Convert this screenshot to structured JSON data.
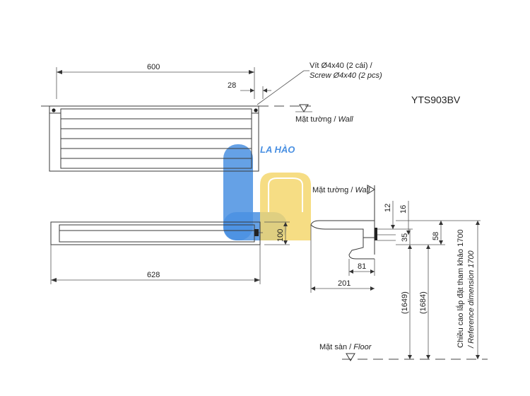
{
  "model": "YTS903BV",
  "watermark": {
    "text": "LA HÀO",
    "colors": {
      "blue": "#4a90e2",
      "yellow": "#f5d76e"
    }
  },
  "screw_note": {
    "line1": "Vít Ø4x40 (2 cái) /",
    "line2": "Screw Ø4x40 (2 pcs)"
  },
  "wall_top": {
    "vi": "Mặt tường / ",
    "en": "Wall"
  },
  "wall_side": {
    "vi": "Mặt tường / ",
    "en": "Wall"
  },
  "floor": {
    "vi": "Mặt sàn / ",
    "en": "Floor"
  },
  "reference": {
    "line1": "Chiều cao lắp đặt tham khảo 1700",
    "line2": "/ Reference dimension 1700"
  },
  "dimensions": {
    "d600": "600",
    "d28": "28",
    "d628": "628",
    "d100": "100",
    "d12": "12",
    "d16": "16",
    "d35": "35",
    "d58": "58",
    "d81": "81",
    "d201": "201",
    "d1649": "(1649)",
    "d1684": "(1684)"
  }
}
